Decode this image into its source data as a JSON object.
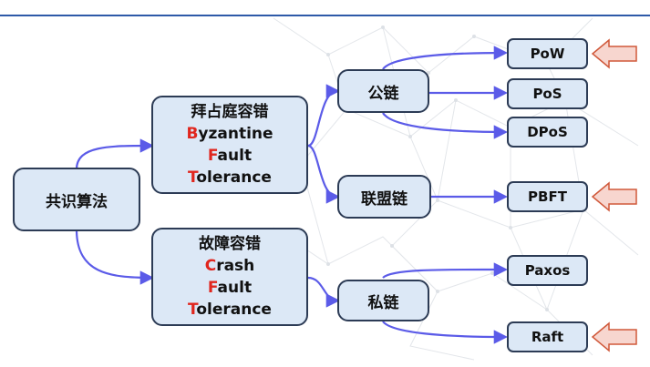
{
  "root": {
    "label": "共识算法"
  },
  "bft": {
    "title": "拜占庭容错",
    "lines": [
      {
        "initial": "B",
        "rest": "yzantine"
      },
      {
        "initial": "F",
        "rest": "ault"
      },
      {
        "initial": "T",
        "rest": "olerance"
      }
    ]
  },
  "cft": {
    "title": "故障容错",
    "lines": [
      {
        "initial": "C",
        "rest": "rash"
      },
      {
        "initial": "F",
        "rest": "ault"
      },
      {
        "initial": "T",
        "rest": "olerance"
      }
    ]
  },
  "chains": {
    "public": "公链",
    "consortium": "联盟链",
    "private": "私链"
  },
  "algorithms": {
    "pow": "PoW",
    "pos": "PoS",
    "dpos": "DPoS",
    "pbft": "PBFT",
    "paxos": "Paxos",
    "raft": "Raft"
  },
  "colors": {
    "box_fill": "#dce8f6",
    "box_border": "#2c3b55",
    "connector": "#5b5be8",
    "initial_letter": "#e0261e",
    "highlight_arrow": "#f7d6cf",
    "highlight_arrow_border": "#d0583a",
    "header_line": "#2e5aa8"
  }
}
